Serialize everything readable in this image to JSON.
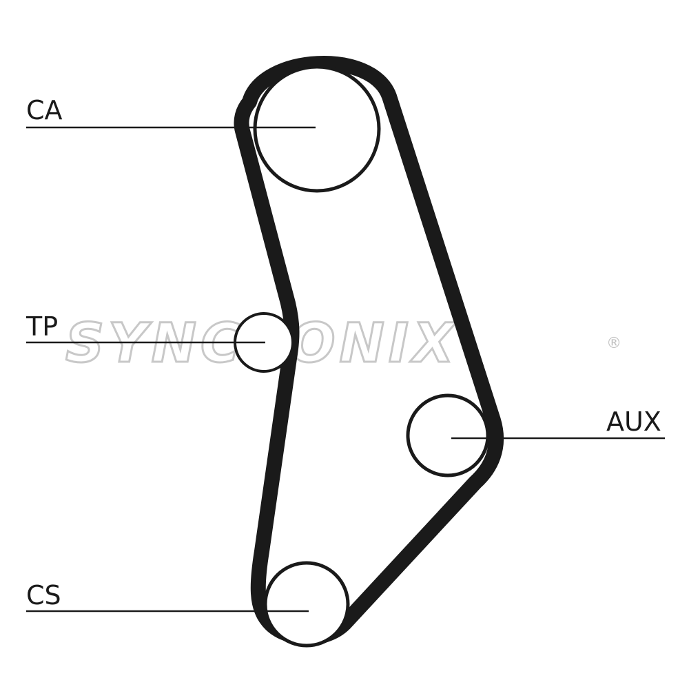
{
  "labels": {
    "ca": "CA",
    "tp": "TP",
    "aux": "AUX",
    "cs": "CS"
  },
  "watermark": {
    "text": "SYNCRONIX",
    "mark": "®"
  },
  "colors": {
    "belt": "#1a1a1a",
    "pulley": "#1a1a1a",
    "leader_line": "#1a1a1a",
    "watermark": "#c8c8c8",
    "background": "#ffffff"
  }
}
